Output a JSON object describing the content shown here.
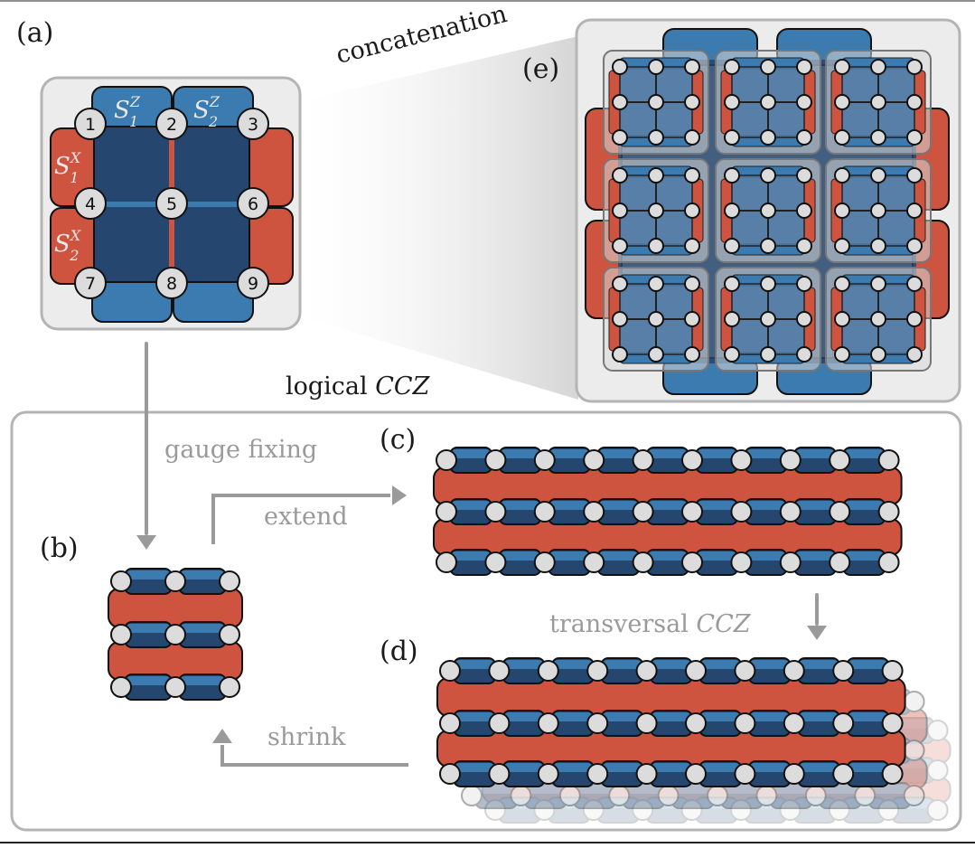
{
  "panel_labels": {
    "a": "(a)",
    "b": "(b)",
    "c": "(c)",
    "d": "(d)",
    "e": "(e)"
  },
  "annotations": {
    "concatenation": "concatenation",
    "logical_ccz_prefix": "logical ",
    "logical_ccz_gate": "CCZ",
    "gauge_fixing": "gauge fixing",
    "extend": "extend",
    "transversal_prefix": "transversal ",
    "transversal_gate": "CCZ",
    "shrink": "shrink"
  },
  "qubits": [
    "1",
    "2",
    "3",
    "4",
    "5",
    "6",
    "7",
    "8",
    "9"
  ],
  "stabilizers": {
    "z1": {
      "base": "S",
      "sup": "Z",
      "sub": "1"
    },
    "z2": {
      "base": "S",
      "sup": "Z",
      "sub": "2"
    },
    "x1": {
      "base": "S",
      "sup": "X",
      "sub": "1"
    },
    "x2": {
      "base": "S",
      "sup": "X",
      "sub": "2"
    }
  },
  "colors": {
    "z_stabilizer": "#3b7bb0",
    "x_stabilizer": "#cf5440",
    "gauge_dark": "#24466f",
    "qubit": "#dcdcdc",
    "panel_bg": "#ececec",
    "frame": "#b4b4b4",
    "arrow": "#9a9a9a"
  }
}
